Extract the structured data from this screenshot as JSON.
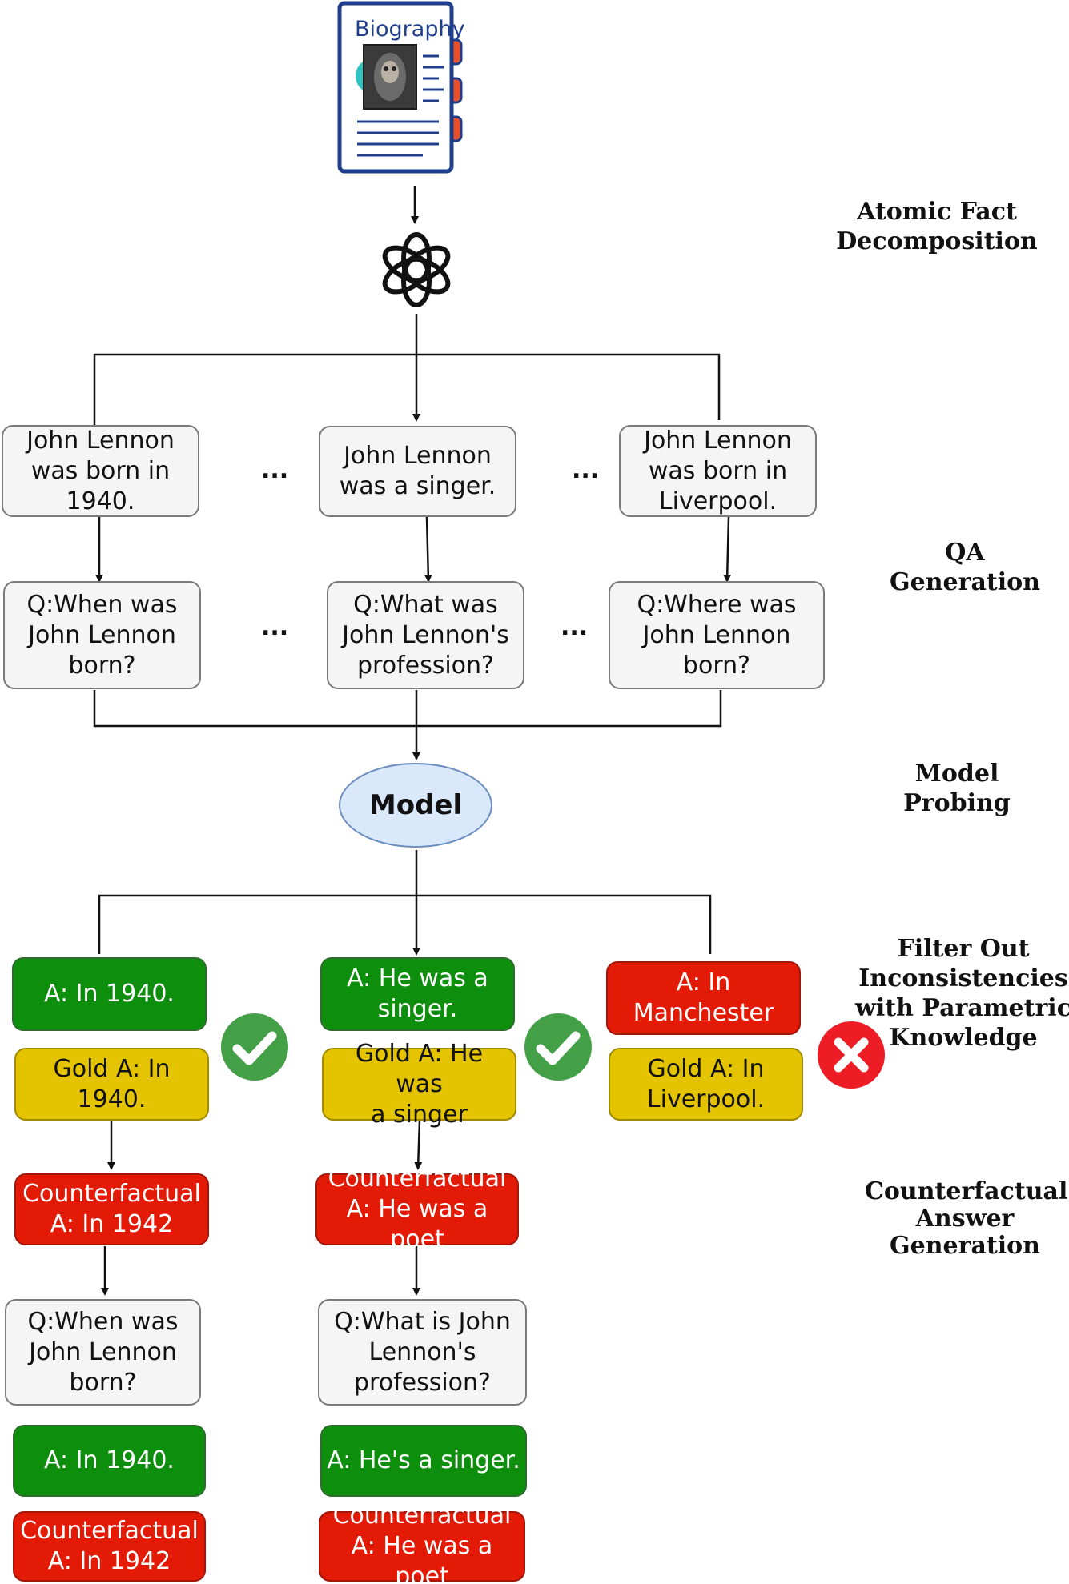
{
  "document": {
    "title": "Biography",
    "icon": "biography-document-icon"
  },
  "llm_icon": "openai-logo-icon",
  "stages": {
    "decomposition": "Atomic Fact\nDecomposition",
    "qa_generation": "QA\nGeneration",
    "model_probing": "Model\nProbing",
    "filter": "Filter Out\nInconsistencies\nwith Parametric\nKnowledge",
    "counterfactual": "Counterfactual\nAnswer\nGeneration"
  },
  "ellipsis": "...",
  "facts": [
    "John Lennon\nwas born in\n1940.",
    "John Lennon\nwas a singer.",
    "John Lennon\nwas born in\nLiverpool."
  ],
  "questions": [
    "Q:When was\nJohn Lennon\nborn?",
    "Q:What was\nJohn Lennon's\nprofession?",
    "Q:Where was\nJohn Lennon\nborn?"
  ],
  "model": {
    "label": "Model"
  },
  "model_answers": [
    "A: In 1940.",
    "A: He was a\nsinger.",
    "A: In\nManchester"
  ],
  "gold_answers": [
    "Gold A: In\n1940.",
    "Gold A: He was\na singer",
    "Gold A: In\nLiverpool."
  ],
  "verdicts": [
    "consistent-check-icon",
    "consistent-check-icon",
    "inconsistent-cross-icon"
  ],
  "counterfactuals": [
    "Counterfactual\nA: In 1942",
    "Counterfactual\nA: He was a poet"
  ],
  "final_questions": [
    "Q:When was\nJohn Lennon\nborn?",
    "Q:What is John\nLennon's\nprofession?"
  ],
  "final_answers": [
    "A: In 1940.",
    "A: He's a singer."
  ],
  "final_counterfactuals": [
    "Counterfactual\nA: In 1942",
    "Counterfactual\nA: He was a poet"
  ],
  "colors": {
    "consistent": "#0d8f0d",
    "counterfactual": "#e21a06",
    "gold": "#e4c400",
    "node": "#f5f5f5",
    "model": "#dae8fc",
    "check_badge": "#43a047",
    "cross_badge": "#ee1c24",
    "doc_outline": "#1f3f8c",
    "doc_tabs": "#e8502a"
  }
}
